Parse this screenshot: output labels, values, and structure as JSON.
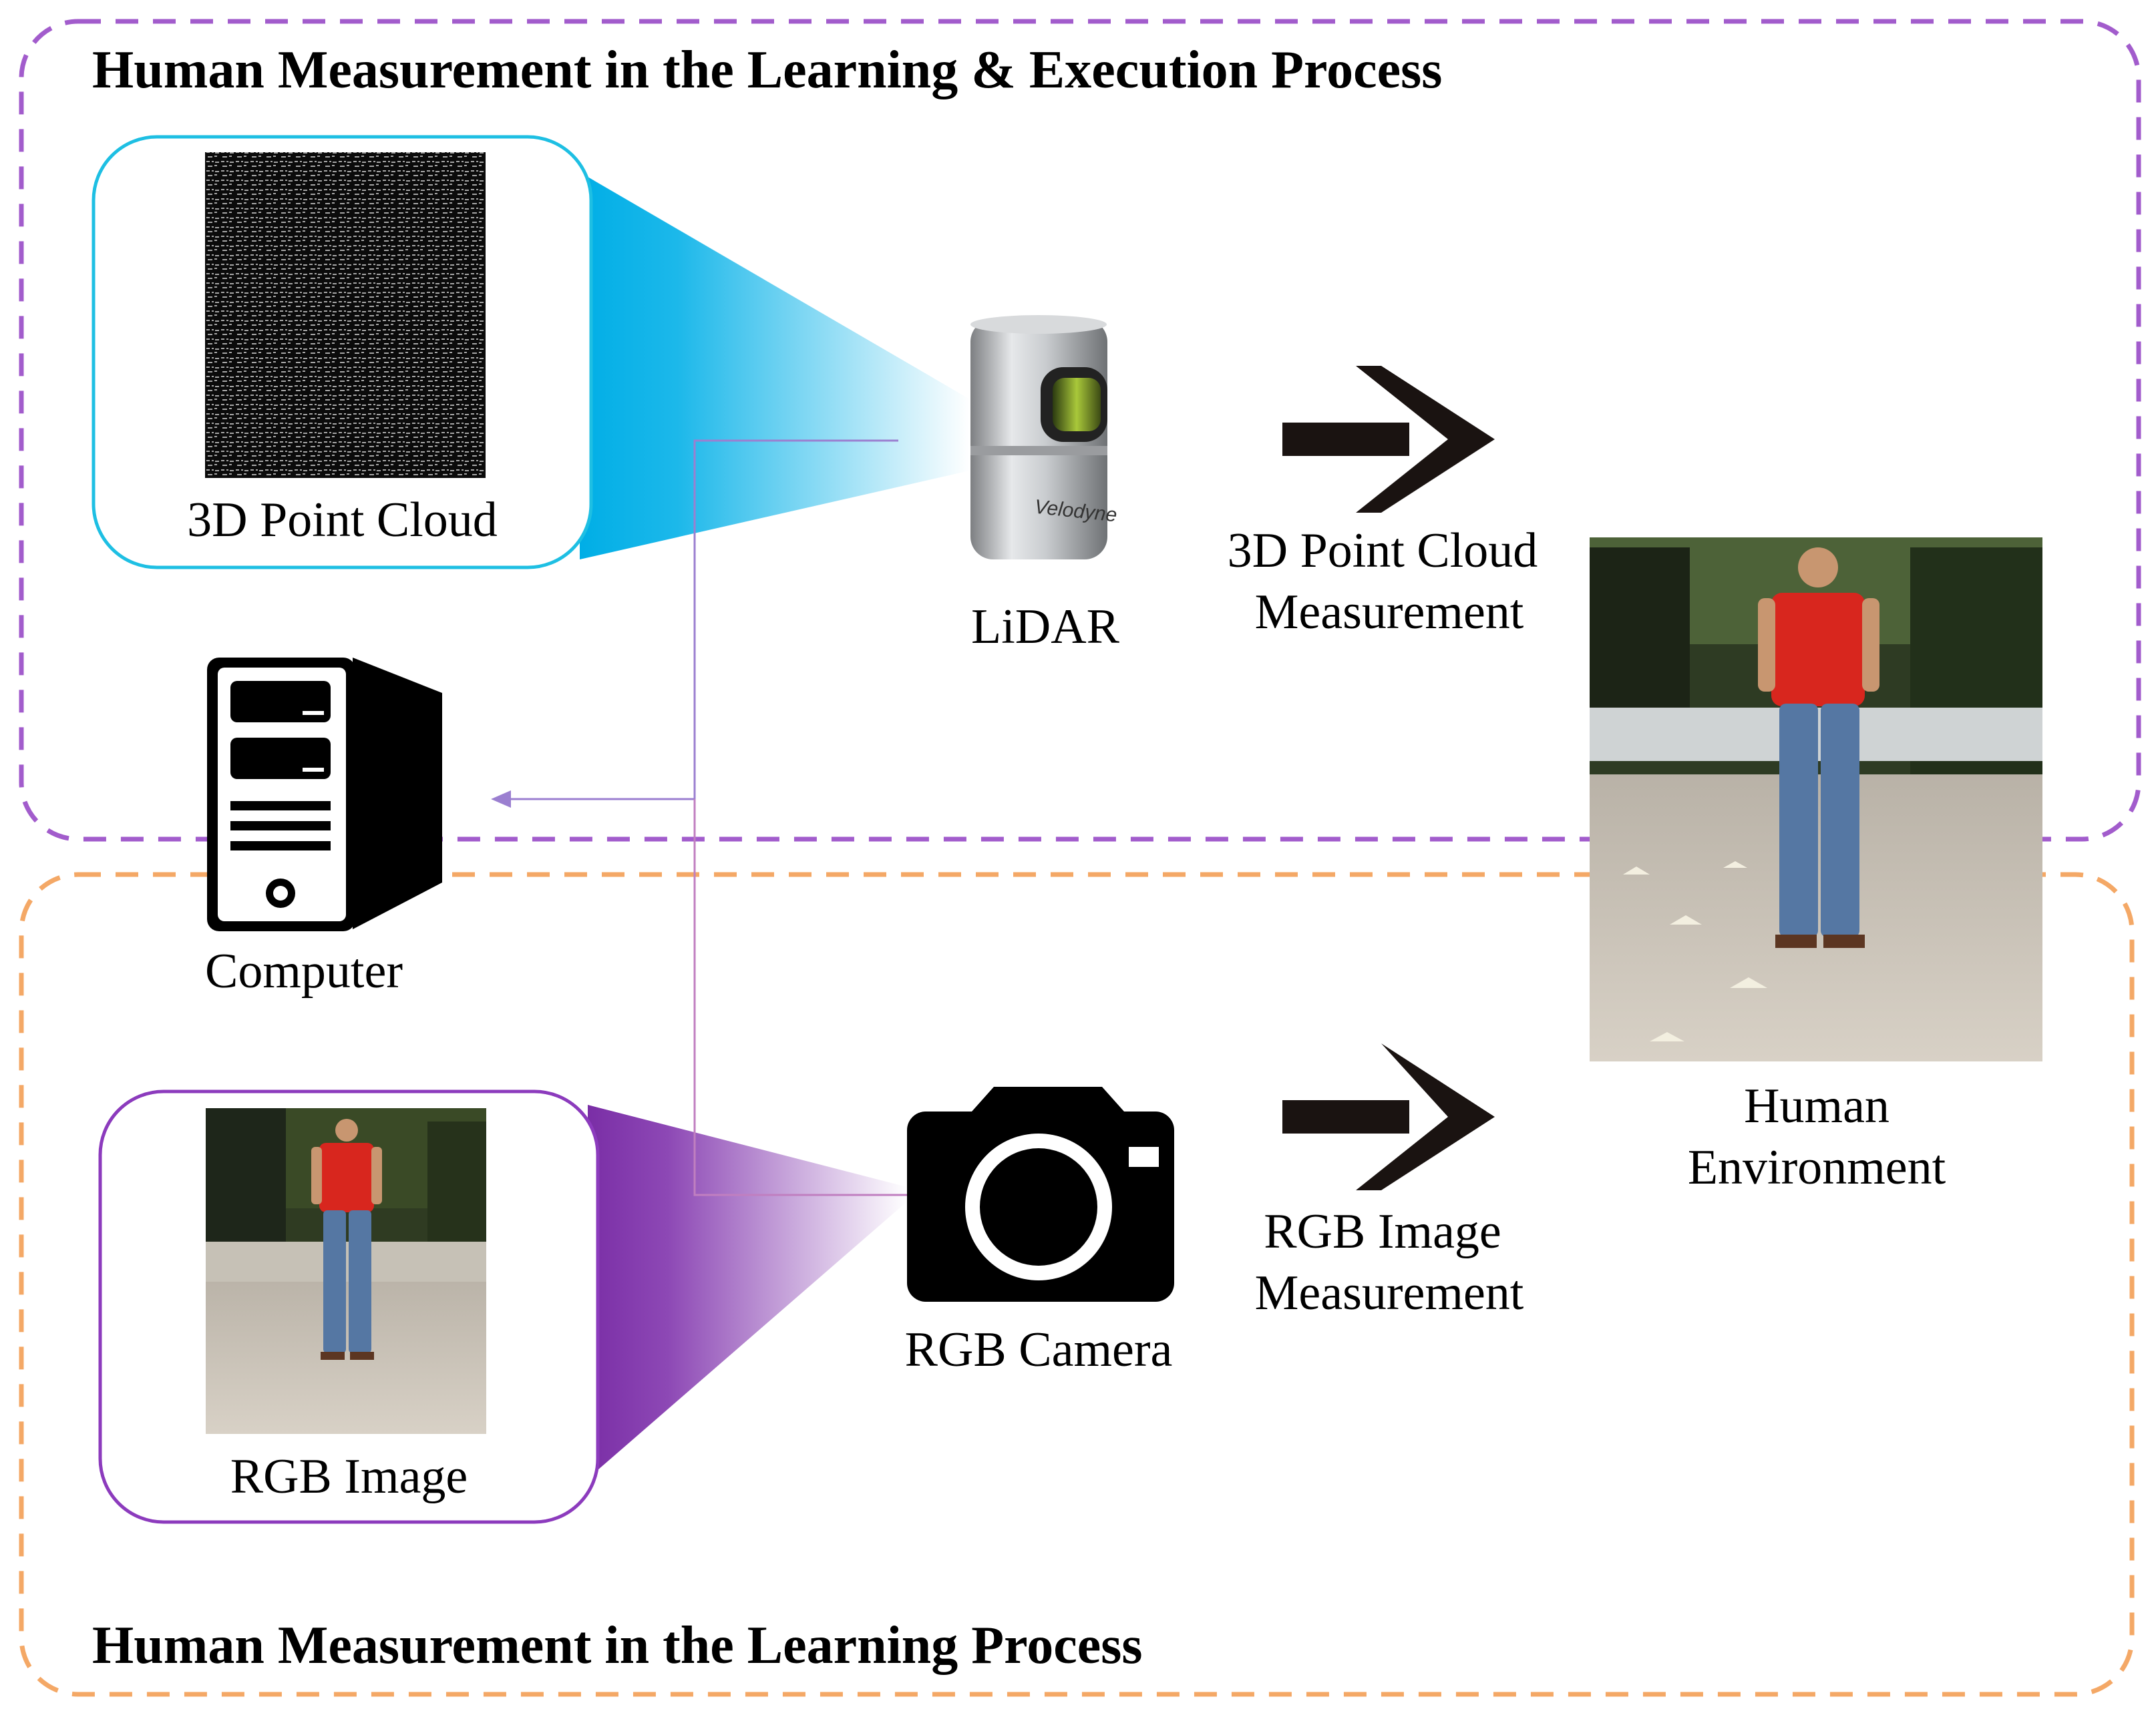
{
  "sections": {
    "top_title": "Human Measurement in the Learning & Execution Process",
    "bottom_title": "Human Measurement in the Learning Process"
  },
  "nodes": {
    "point_cloud_label": "3D Point Cloud",
    "lidar_label": "LiDAR",
    "lidar_brand": "Velodyne",
    "computer_label": "Computer",
    "rgb_image_label": "RGB Image",
    "rgb_camera_label": "RGB Camera",
    "human_env_line1": "Human",
    "human_env_line2": "Environment"
  },
  "edges": {
    "pc_measure_line1": "3D Point Cloud",
    "pc_measure_line2": "Measurement",
    "rgb_measure_line1": "RGB Image",
    "rgb_measure_line2": "Measurement"
  },
  "colors": {
    "top_border": "#a25ccc",
    "bottom_border": "#f4a866",
    "lidar_beam": "#00b0e8",
    "camera_beam": "#7b2fa6",
    "arrow": "#1a1311"
  }
}
